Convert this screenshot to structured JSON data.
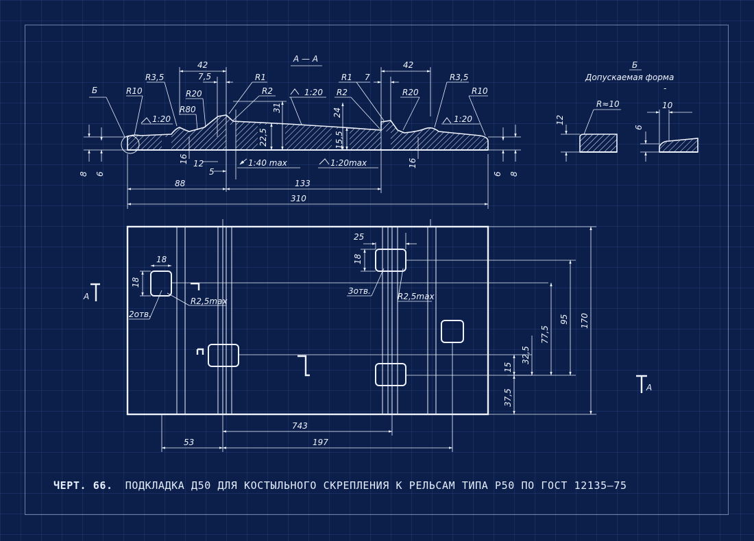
{
  "caption": {
    "prefix": "ЧЕРТ. 66.",
    "text": "ПОДКЛАДКА Д50 ДЛЯ КОСТЫЛЬНОГО СКРЕПЛЕНИЯ К РЕЛЬСАМ ТИПА Р50 ПО ГОСТ 12135—75"
  },
  "section": {
    "title": "А — А",
    "labels": {
      "view_b": "Б",
      "r10_left": "R10",
      "r35_left": "R3,5",
      "slope_left": "1:20",
      "r80": "R80",
      "r20_left": "R20",
      "w42_left": "42",
      "w75": "7,5",
      "r1_left": "R1",
      "r2_left": "R2",
      "slope_mid": "1:20",
      "r1_right": "R1",
      "w7": "7",
      "w42_right": "42",
      "r2_right": "R2",
      "r20_right": "R20",
      "r35_right": "R3,5",
      "r10_right": "R10",
      "slope_right": "1:20",
      "h31": "31",
      "h24": "24",
      "h225": "22,5",
      "h155": "15,5",
      "h16_left": "16",
      "w12": "12",
      "w5": "5",
      "h16_right": "16",
      "slope_140": "1:40 max",
      "slope_120max": "1:20max",
      "h8_left": "8",
      "h6_left": "6",
      "h6_right": "6",
      "h8_right": "8",
      "d88": "88",
      "d133": "133",
      "d310": "310"
    }
  },
  "detail_b": {
    "title": "Б",
    "subtitle": "Допускаемая форма",
    "dash": "-",
    "r10": "R≈10",
    "h12": "12",
    "w10": "10",
    "h6": "6"
  },
  "plan": {
    "labels": {
      "arrow_a_left": "А",
      "arrow_a_right": "А",
      "hole_w18": "18",
      "hole_h18": "18",
      "r25_left": "R2,5max",
      "holes_2": "2отв.",
      "w25": "25",
      "h18_right": "18",
      "holes_3": "3отв.",
      "r25_right": "R2,5max",
      "d170": "170",
      "d95": "95",
      "d775": "77,5",
      "d325": "32,5",
      "d15": "15",
      "d375": "37,5",
      "d53": "53",
      "d743": "743",
      "d197": "197"
    }
  }
}
